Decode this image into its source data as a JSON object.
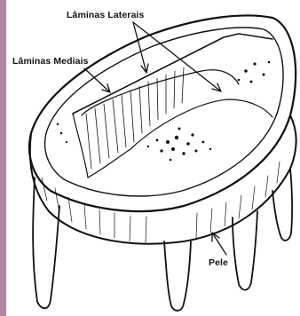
{
  "labels": {
    "laminas_laterais": "Lâminas Laterais",
    "laminas_mediais": "Lâminas Mediais",
    "pele": "Pele"
  },
  "colors": {
    "border": "#b684a2",
    "ink": "#111111",
    "paper": "#ffffff"
  }
}
